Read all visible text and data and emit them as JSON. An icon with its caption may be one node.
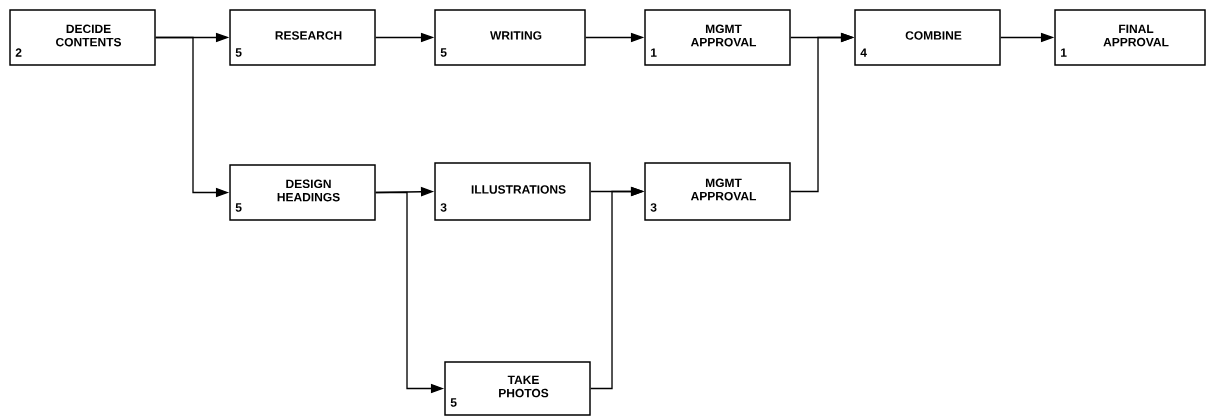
{
  "diagram": {
    "nodes": [
      {
        "text": [
          "DECIDE CONTENTS",
          "2"
        ]
      },
      {
        "text": [
          "RESEARCH",
          "5"
        ]
      },
      {
        "text": [
          "WRITING",
          "5"
        ]
      },
      {
        "text": [
          "MGMT APPROVAL",
          "1"
        ]
      },
      {
        "text": [
          "COMBINE",
          "4"
        ]
      },
      {
        "text": [
          "FINAL APPROVAL",
          "1"
        ]
      },
      {
        "text": [
          "DESIGN HEADINGS",
          "5"
        ]
      },
      {
        "text": [
          "ILLUSTRATIONS",
          "3"
        ]
      },
      {
        "text": [
          "MGMT APPROVAL",
          "3"
        ]
      },
      {
        "text": [
          "TAKE PHOTOS",
          "5"
        ]
      }
    ],
    "edges": [
      {
        "from": 0,
        "to": 1,
        "arrow": "to"
      },
      {
        "from": 0,
        "to": 6,
        "arrow": "to"
      },
      {
        "from": 1,
        "to": 2,
        "arrow": "to"
      },
      {
        "from": 2,
        "to": 3,
        "arrow": "to"
      },
      {
        "from": 3,
        "to": 4,
        "arrow": "to"
      },
      {
        "from": 8,
        "to": 4,
        "arrow": "to"
      },
      {
        "from": 4,
        "to": 5,
        "arrow": "to"
      },
      {
        "from": 6,
        "to": 7,
        "arrow": "to"
      },
      {
        "from": 6,
        "to": 9,
        "arrow": "to"
      },
      {
        "from": 7,
        "to": 8,
        "arrow": "to"
      },
      {
        "from": 9,
        "to": 8,
        "arrow": "to"
      }
    ]
  }
}
